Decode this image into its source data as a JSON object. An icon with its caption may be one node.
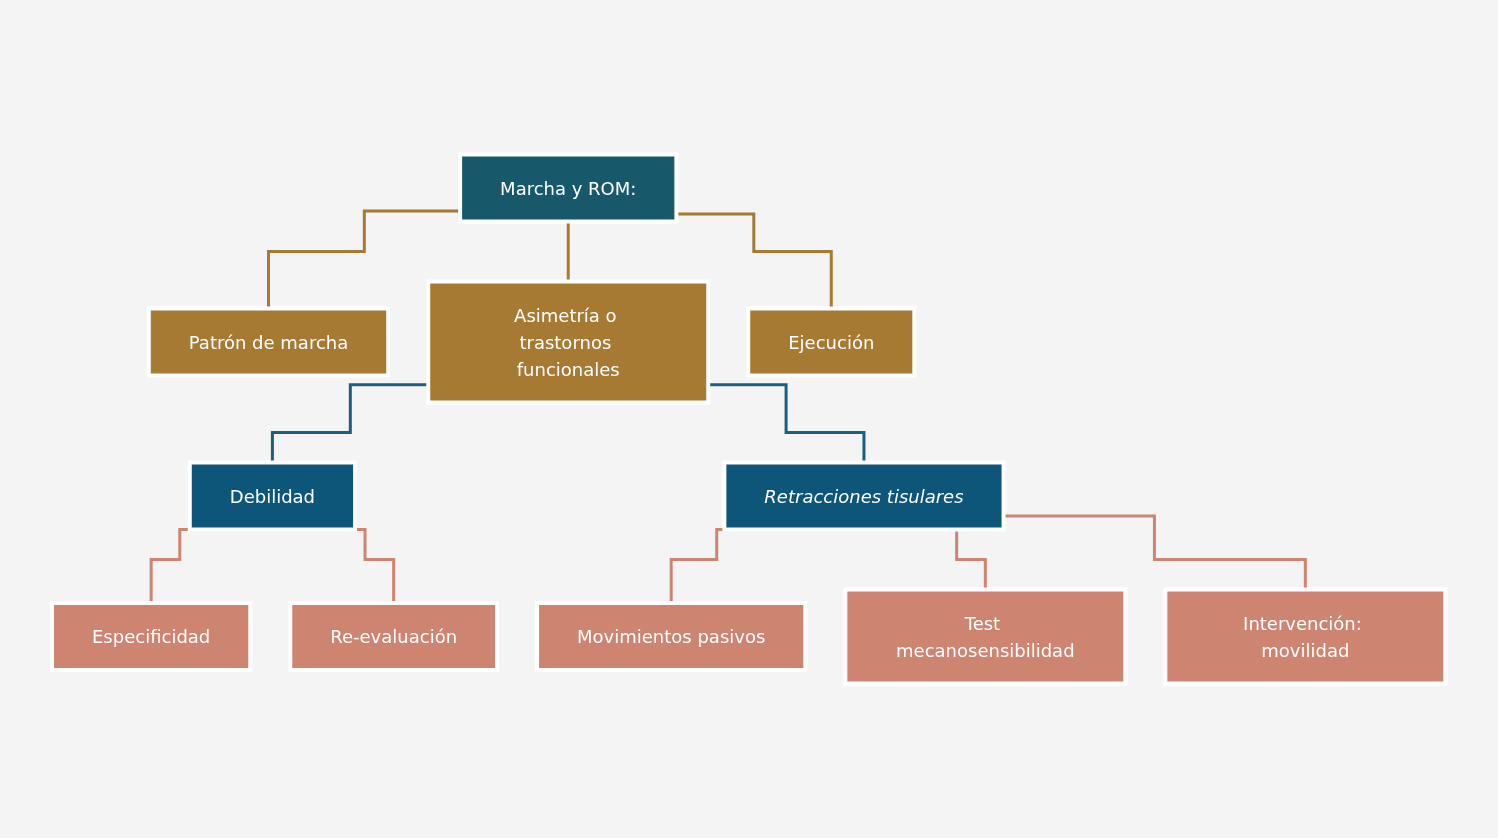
{
  "diagram": {
    "nodes": [
      {
        "text": [
          "Marcha y ROM:"
        ]
      },
      {
        "text": [
          "Patrón de marcha"
        ]
      },
      {
        "text": [
          "Asimetría o trastornos funcionales"
        ]
      },
      {
        "text": [
          "Ejecución"
        ]
      },
      {
        "text": [
          "Debilidad"
        ]
      },
      {
        "text": [
          "Retracciones tisulares"
        ]
      },
      {
        "text": [
          "Especificidad"
        ]
      },
      {
        "text": [
          "Re-evaluación"
        ]
      },
      {
        "text": [
          "Movimientos pasivos"
        ]
      },
      {
        "text": [
          "Test mecanosensibilidad"
        ]
      },
      {
        "text": [
          "Intervención: movilidad"
        ]
      }
    ],
    "edges": [
      {
        "from": 0,
        "to": 1,
        "arrow": "none",
        "color": "#a67a33"
      },
      {
        "from": 0,
        "to": 2,
        "arrow": "none",
        "color": "#a67a33"
      },
      {
        "from": 0,
        "to": 3,
        "arrow": "none",
        "color": "#a67a33"
      },
      {
        "from": 2,
        "to": 4,
        "arrow": "none",
        "color": "#1a5f80"
      },
      {
        "from": 2,
        "to": 5,
        "arrow": "none",
        "color": "#1a5f80"
      },
      {
        "from": 4,
        "to": 6,
        "arrow": "none"
      },
      {
        "from": 4,
        "to": 7,
        "arrow": "none"
      },
      {
        "from": 5,
        "to": 8,
        "arrow": "none"
      },
      {
        "from": 5,
        "to": 9,
        "arrow": "none"
      },
      {
        "from": 5,
        "to": 10,
        "arrow": "none"
      }
    ]
  }
}
